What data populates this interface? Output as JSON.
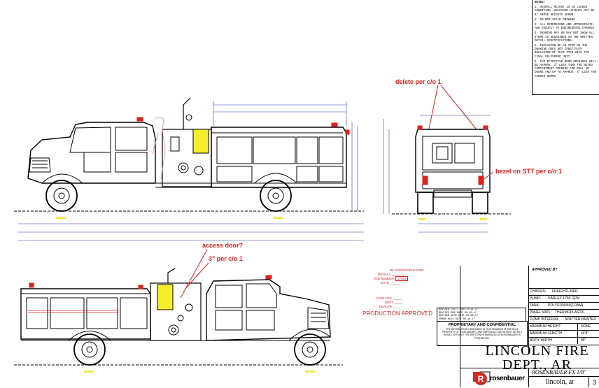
{
  "notes": {
    "heading": "NOTES:",
    "items": [
      "1. OVERALL HEIGHT IS IN LOADED CONDITION. UNLOADED HEIGHTS MAY BE 4\" ABOVE HEIGHTS SHOWN.",
      "2. DO NOT SCALE DRAWING.",
      "3. ALL DIMENSIONS ARE APPROXIMATE AND SUBJECT TO ENGINEERING CHANGES.",
      "4. DRAWING MAY OR MAY NOT SHOW ALL ITEMS AS DESCRIBED IN THE WRITTEN DETAIL SPECIFICATIONS.",
      "5. INCLUSION OF AN ITEM ON THE DRAWING DOES NOT CONSTITUTE INCLUSION OF THAT ITEM WITH THE FINAL DELIVERED UNIT.",
      "6. THE EFFECTIVE DOOR OPENINGS WILL BE APPROX. 2\" LESS THAN THE NOTED COMPARTMENT OPENING FOR ROLL UP DOORS AND UP TO APPROX. 4\" LESS FOR HINGED DOORS"
    ]
  },
  "annotations": {
    "delete": "delete per c/o 1",
    "bezel": "bezel on STT per c/o 1",
    "access_door": "access door?",
    "three_inch": "3\" per c/o 1"
  },
  "stamp": {
    "ok": "OK FOR PRODUCTION",
    "initials": "INITIALS",
    "job_number_label": "JOB NUMBER",
    "job_number": "17882",
    "date": "DATE",
    "main_file": "MAIN FILE",
    "dept": "DEPT",
    "dealer": "DEALER",
    "approved": "PRODUCTION  APPROVED"
  },
  "revisions": [
    "REVISED  TSE 1  DATE 8-11-17",
    "REVISED  SRE  DATE 09-15-17",
    "REVISED  WLH1  DATE 09-08-17",
    "DRAWN  WLH1  DATE 08-16-17"
  ],
  "proprietary": {
    "title": "PROPRIETARY AND CONFIDENTIAL",
    "body": "THE INFORMATION CONTAINED IN THIS DRAWING IS THE SOLE PROPERTY OF ROSENBAUER. ANY REPRODUCTION IN PART OR AS A WHOLE WITHOUT THE WRITTEN PERMISSION OF ROSENBAUER IS PROHIBITED."
  },
  "title_block": {
    "approved_by": "APPROVED BY",
    "chassis_label": "CHASSIS:",
    "chassis": "FREIGHTLINER",
    "pump_label": "PUMP:",
    "pump": "DARLEY 1750 GPM",
    "tank_label": "TANK:",
    "tank": "POLY/1000/40(FOAM)",
    "panel_label": "PANEL MATL:",
    "panel": "THERMOPLASTIC",
    "comp_label": "COMP INTERIOR:",
    "comp": "SPATTER PAINTED",
    "max_height_label": "MAXIMUM HEIGHT",
    "max_height": "NONE",
    "max_length_label": "MAXIMUM LENGTH",
    "max_length": "34'8\"",
    "body_width_label": "BODY WIDTH",
    "body_width": "96\"",
    "customer_line1": "LINCOLN FIRE",
    "customer_line2": "DEPT., AR",
    "model": "ROSENBAUER FX 1/8\"",
    "brand": "rosenbauer",
    "file": "lincoln, ar",
    "sheet": "3"
  },
  "colors": {
    "line": "#000000",
    "red_annotation": "#e0201b",
    "hose_yellow": "#f5ee2a",
    "dimension_blue": "#2a3fbf",
    "ground_yellow": "#f2e94a"
  }
}
